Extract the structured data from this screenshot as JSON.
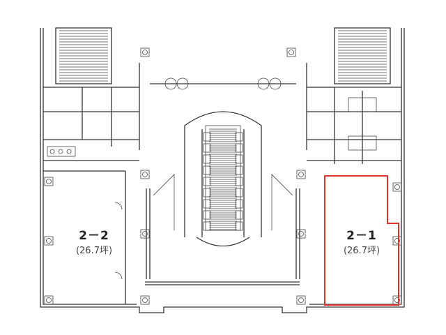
{
  "units": [
    {
      "name": "2－2",
      "area": "(26.7坪)",
      "highlighted": false
    },
    {
      "name": "2－1",
      "area": "(26.7坪)",
      "highlighted": true
    }
  ],
  "colors": {
    "highlight": "#d9362b",
    "wall": "#333333"
  }
}
